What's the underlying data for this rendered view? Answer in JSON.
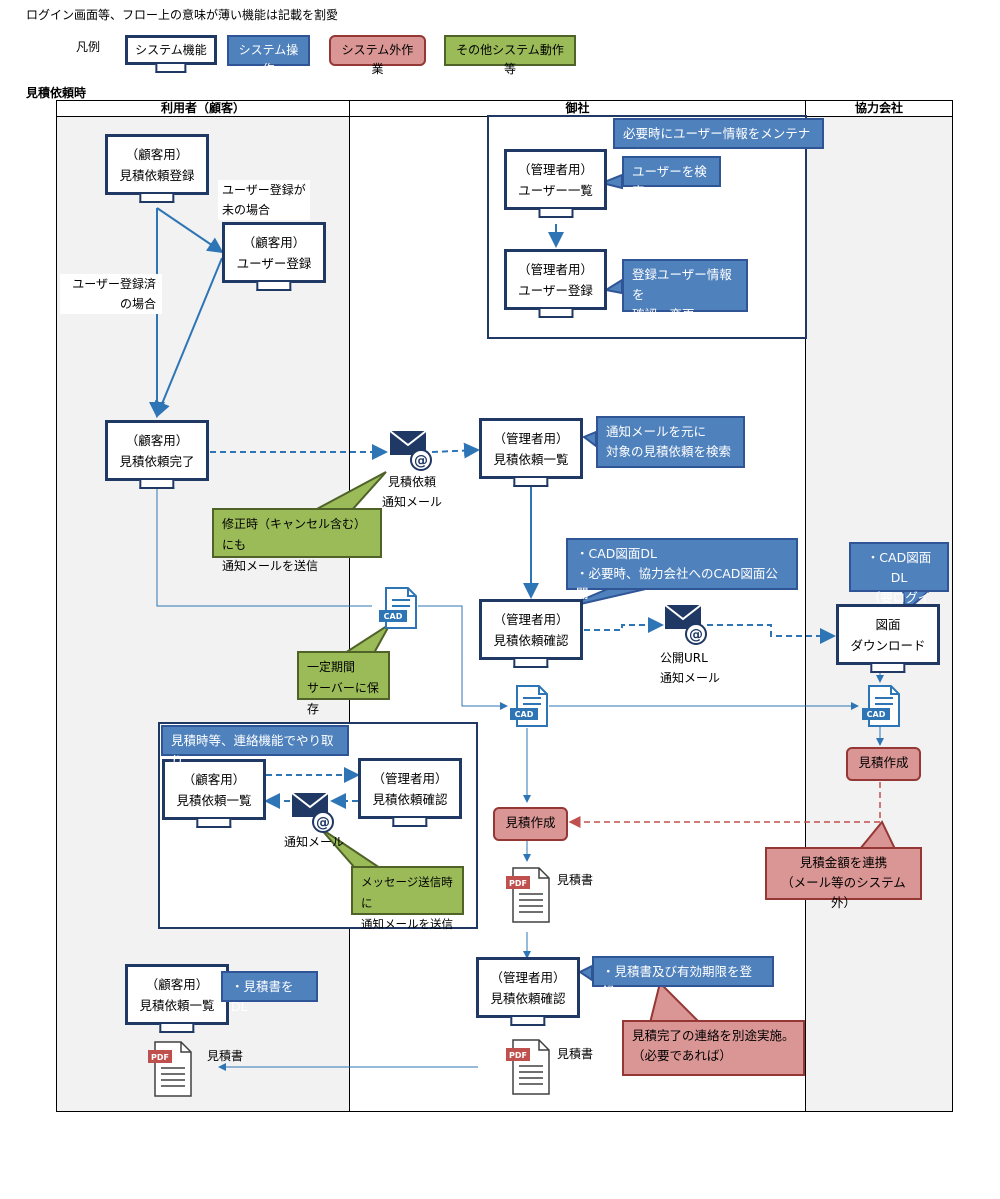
{
  "header": {
    "note": "ログイン画面等、フロー上の意味が薄い機能は記載を割愛",
    "legend_title": "凡例",
    "legend": {
      "system_function": "システム機能",
      "system_operation": "システム操作",
      "non_system_work": "システム外作業",
      "other_system": "その他システム動作等"
    },
    "section_title": "見積依頼時"
  },
  "lanes": {
    "customer": "利用者（顧客）",
    "company": "御社",
    "partner": "協力会社"
  },
  "screens": {
    "cust_request_reg": [
      "（顧客用）",
      "見積依頼登録"
    ],
    "cust_user_reg": [
      "（顧客用）",
      "ユーザー登録"
    ],
    "cust_request_done": [
      "（顧客用）",
      "見積依頼完了"
    ],
    "admin_user_list": [
      "（管理者用）",
      "ユーザー一覧"
    ],
    "admin_user_reg": [
      "（管理者用）",
      "ユーザー登録"
    ],
    "admin_request_list": [
      "（管理者用）",
      "見積依頼一覧"
    ],
    "admin_request_confirm": [
      "（管理者用）",
      "見積依頼確認"
    ],
    "partner_download": [
      "図面",
      "ダウンロード"
    ],
    "cust_request_list_2": [
      "（顧客用）",
      "見積依頼一覧"
    ],
    "admin_request_confirm_2": [
      "（管理者用）",
      "見積依頼確認"
    ],
    "admin_request_confirm_3": [
      "（管理者用）",
      "見積依頼確認"
    ],
    "cust_request_list_3": [
      "（顧客用）",
      "見積依頼一覧"
    ]
  },
  "labels": {
    "user_not_registered": [
      "ユーザー登録が",
      "未の場合"
    ],
    "user_registered": [
      "ユーザー登録済",
      "の場合"
    ],
    "mail_request": [
      "見積依頼",
      "通知メール"
    ],
    "mail_public_url": [
      "公開URL",
      "通知メール"
    ],
    "mail_notify": "通知メール",
    "estimate_doc_1": "見積書",
    "estimate_doc_2": "見積書",
    "estimate_doc_3": "見積書"
  },
  "blue_notes": {
    "maintain_user": "必要時にユーザー情報をメンテナンス",
    "search_user": "ユーザーを検索",
    "confirm_user": [
      "登録ユーザー情報を",
      "確認、変更"
    ],
    "search_request": [
      "通知メールを元に",
      "対象の見積依頼を検索"
    ],
    "cad_publish": [
      "・CAD図面DL",
      "・必要時、協力会社へのCAD図面公開"
    ],
    "cad_dl_login": [
      "・CAD図面DL",
      "（要ログイン）"
    ],
    "message_exchange": "見積時等、連絡機能でやり取り",
    "register_estimate": "・見積書及び有効期限を登録",
    "download_estimate": "・見積書をDL"
  },
  "green_notes": {
    "cancel_mail": [
      "修正時（キャンセル含む）にも",
      "通知メールを送信"
    ],
    "keep_server": [
      "一定期間",
      "サーバーに保存"
    ],
    "message_mail": [
      "メッセージ送信時に",
      "通知メールを送信"
    ]
  },
  "pink_notes": {
    "estimate_create_company": "見積作成",
    "estimate_create_partner": "見積作成",
    "link_amount": [
      "見積金額を連携",
      "（メール等のシステム外）"
    ],
    "separate_contact": [
      "見積完了の連絡を別途実施。",
      "（必要であれば）"
    ]
  },
  "icons": {
    "cad_text": "CAD",
    "pdf_text": "PDF"
  },
  "colors": {
    "system_operation": "#4f81bd",
    "non_system_work": "#d99694",
    "other_system": "#9bbb59",
    "screen_border": "#1f3864",
    "arrow": "#2e75b6",
    "dashed_red": "#c0504d"
  }
}
